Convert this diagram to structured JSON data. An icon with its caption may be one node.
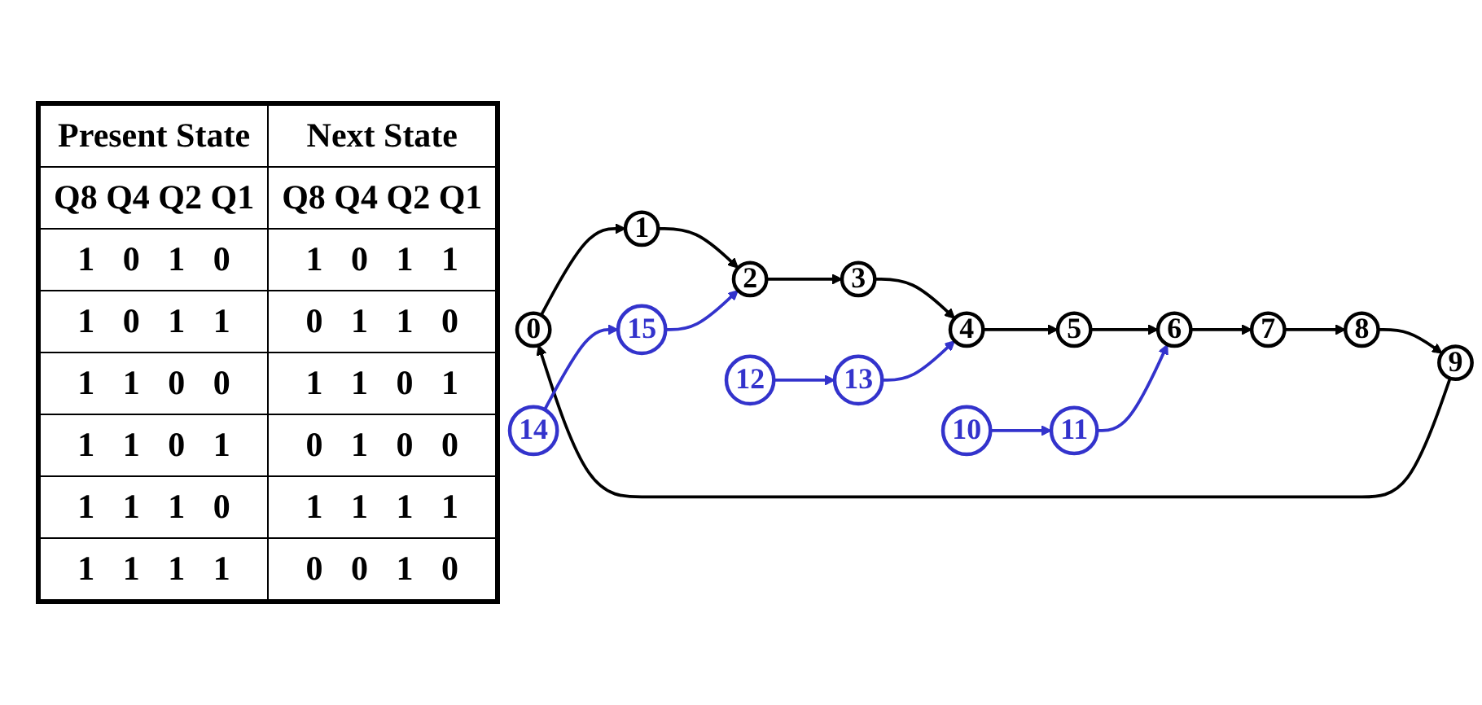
{
  "diagram": {
    "nodes": [
      {
        "text": [
          "0"
        ]
      },
      {
        "text": [
          "1"
        ]
      },
      {
        "text": [
          "2"
        ]
      },
      {
        "text": [
          "3"
        ]
      },
      {
        "text": [
          "4"
        ]
      },
      {
        "text": [
          "5"
        ]
      },
      {
        "text": [
          "6"
        ]
      },
      {
        "text": [
          "7"
        ]
      },
      {
        "text": [
          "8"
        ]
      },
      {
        "text": [
          "9"
        ]
      },
      {
        "text": [
          "10"
        ]
      },
      {
        "text": [
          "11"
        ]
      },
      {
        "text": [
          "12"
        ]
      },
      {
        "text": [
          "13"
        ]
      },
      {
        "text": [
          "14"
        ]
      },
      {
        "text": [
          "15"
        ]
      }
    ],
    "edges": [
      {
        "from": 0,
        "to": 1,
        "arrow": "to"
      },
      {
        "from": 1,
        "to": 2,
        "arrow": "to"
      },
      {
        "from": 2,
        "to": 3,
        "arrow": "to"
      },
      {
        "from": 3,
        "to": 4,
        "arrow": "to"
      },
      {
        "from": 4,
        "to": 5,
        "arrow": "to"
      },
      {
        "from": 5,
        "to": 6,
        "arrow": "to"
      },
      {
        "from": 6,
        "to": 7,
        "arrow": "to"
      },
      {
        "from": 7,
        "to": 8,
        "arrow": "to"
      },
      {
        "from": 8,
        "to": 9,
        "arrow": "to"
      },
      {
        "from": 9,
        "to": 0,
        "arrow": "to"
      },
      {
        "from": 14,
        "to": 15,
        "arrow": "to",
        "color": "#3333cc"
      },
      {
        "from": 15,
        "to": 2,
        "arrow": "to",
        "color": "#3333cc"
      },
      {
        "from": 12,
        "to": 13,
        "arrow": "to",
        "color": "#3333cc"
      },
      {
        "from": 13,
        "to": 4,
        "arrow": "to",
        "color": "#3333cc"
      },
      {
        "from": 10,
        "to": 11,
        "arrow": "to",
        "color": "#3333cc"
      },
      {
        "from": 11,
        "to": 6,
        "arrow": "to",
        "color": "#3333cc"
      }
    ],
    "labels": [
      "Present State",
      "Next State",
      "Q8 Q4 Q2 Q1",
      "Q8 Q4 Q2 Q1",
      "1 0 1 0",
      "1 0 1 1",
      "1 0 1 1",
      "0 1 1 0",
      "1 1 0 0",
      "1 1 0 1",
      "1 1 0 1",
      "0 1 0 0",
      "1 1 1 0",
      "1 1 1 1",
      "1 1 1 1",
      "0 0 1 0"
    ]
  }
}
